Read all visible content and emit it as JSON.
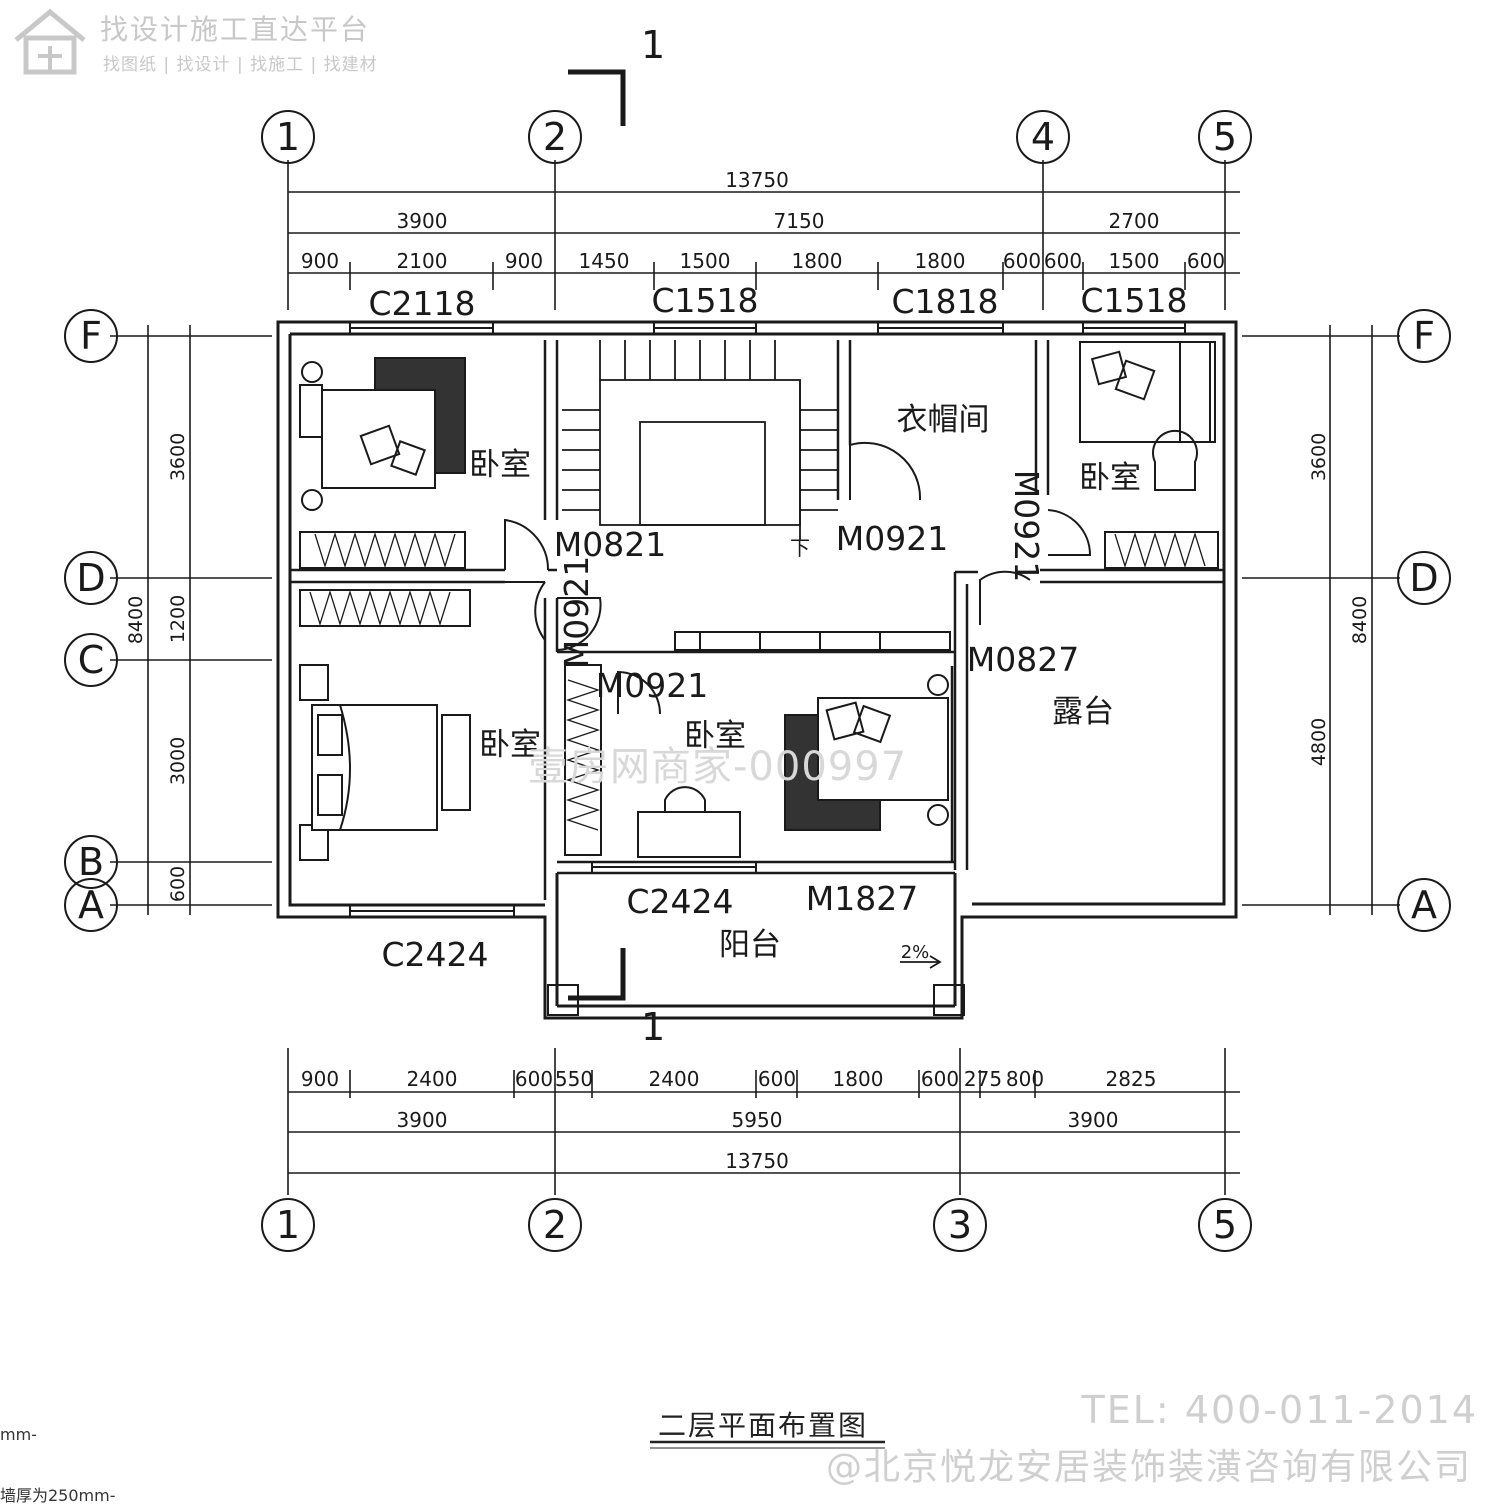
{
  "logo": {
    "icon": "house-logo-icon",
    "title": "找设计施工直达平台",
    "subtitle": "找图纸 | 找设计 | 找施工 | 找建材"
  },
  "section_mark": "1",
  "axes": {
    "top": [
      "1",
      "2",
      "4",
      "5"
    ],
    "bottom": [
      "1",
      "2",
      "3",
      "5"
    ],
    "left": [
      "F",
      "D",
      "C",
      "B",
      "A"
    ],
    "right": [
      "F",
      "D",
      "A"
    ]
  },
  "dimensions": {
    "top_total": "13750",
    "top_mid": [
      "3900",
      "7150",
      "2700"
    ],
    "top_detail": [
      "900",
      "2100",
      "900",
      "1450",
      "1500",
      "1800",
      "1800",
      "600",
      "600",
      "1500",
      "600"
    ],
    "bottom_detail": [
      "900",
      "2400",
      "600",
      "550",
      "2400",
      "600",
      "1800",
      "600",
      "275",
      "800",
      "2825"
    ],
    "bottom_mid": [
      "3900",
      "5950",
      "3900"
    ],
    "bottom_total": "13750",
    "left_total": "8400",
    "left_parts": [
      "3600",
      "1200",
      "3000",
      "600"
    ],
    "right_total": "8400",
    "right_parts": [
      "3600",
      "4800"
    ]
  },
  "openings": {
    "c2118": "C2118",
    "c1518_a": "C1518",
    "c1818": "C1818",
    "c1518_b": "C1518",
    "m0821": "M0821",
    "m0921_wardrobe": "M0921",
    "m0921_right": "M0921",
    "m0921_mid": "M0921",
    "m0921_lower": "M0921",
    "m0827": "M0827",
    "c2424_mid": "C2424",
    "m1827": "M1827",
    "c2424_left": "C2424"
  },
  "rooms": {
    "bedroom_nw": "卧室",
    "bedroom_ne": "卧室",
    "bedroom_sw": "卧室",
    "bedroom_center": "卧室",
    "cloakroom": "衣帽间",
    "terrace": "露台",
    "balcony": "阳台",
    "stair_down": "下",
    "slope": "2%"
  },
  "drawing_title": "二层平面布置图",
  "watermark": "壹房网商家-000997",
  "contact": {
    "tel": "TEL: 400-011-2014",
    "company": "@北京悦龙安居装饰装潢咨询有限公司"
  },
  "notes": {
    "note1": "mm-",
    "note2": "墙厚为250mm-"
  }
}
